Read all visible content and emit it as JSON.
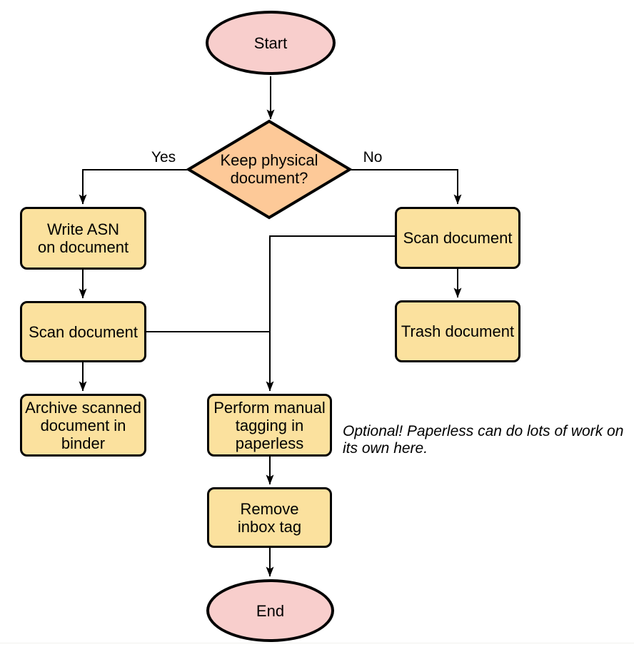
{
  "palette": {
    "background": "#FFFFFF",
    "terminal_fill": "#F8CECC",
    "decision_fill": "#FDC998",
    "process_fill": "#FBE19E",
    "stroke": "#000000",
    "text": "#000000",
    "bottom_divider": "#F1F1ED"
  },
  "nodes": {
    "start": {
      "shape": "ellipse",
      "label": "Start"
    },
    "decision": {
      "shape": "diamond",
      "lines": [
        "Keep physical",
        "document?"
      ]
    },
    "write_asn": {
      "shape": "rect",
      "lines": [
        "Write ASN",
        "on document"
      ]
    },
    "scan_left": {
      "shape": "rect",
      "label": "Scan document"
    },
    "archive": {
      "shape": "rect",
      "lines": [
        "Archive scanned",
        "document in",
        "binder"
      ]
    },
    "scan_right": {
      "shape": "rect",
      "label": "Scan document"
    },
    "trash": {
      "shape": "rect",
      "label": "Trash document"
    },
    "tagging": {
      "shape": "rect",
      "lines": [
        "Perform manual",
        "tagging in",
        "paperless"
      ]
    },
    "remove_inbox": {
      "shape": "rect",
      "lines": [
        "Remove",
        "inbox tag"
      ]
    },
    "end": {
      "shape": "ellipse",
      "label": "End"
    }
  },
  "edge_labels": {
    "yes": "Yes",
    "no": "No"
  },
  "annotation": {
    "line1": "Optional! Paperless can do lots of work on",
    "line2": "its own here."
  }
}
